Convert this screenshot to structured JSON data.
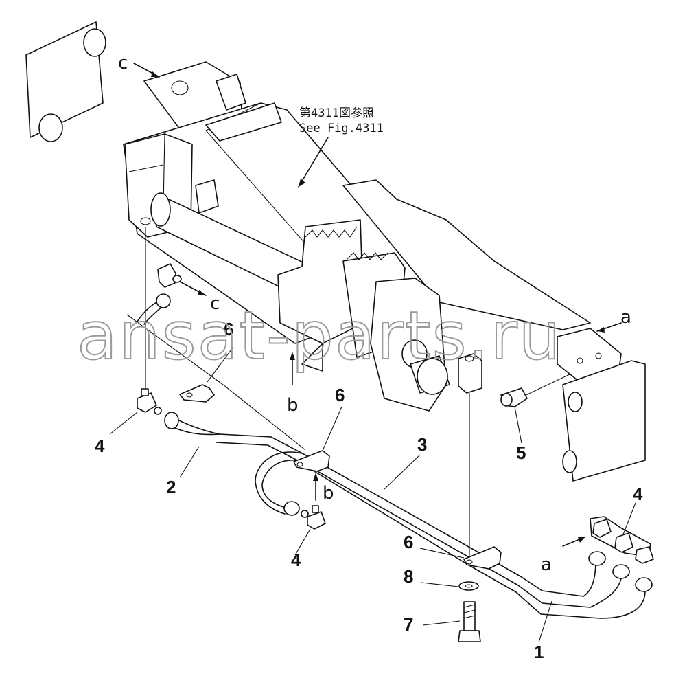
{
  "reference": {
    "line1": "第4311図参照",
    "line2": "See Fig.4311"
  },
  "watermark": "ansat-parts.ru",
  "callouts": [
    {
      "id": "c1",
      "label": "1"
    },
    {
      "id": "c2",
      "label": "2"
    },
    {
      "id": "c3",
      "label": "3"
    },
    {
      "id": "c4a",
      "label": "4"
    },
    {
      "id": "c4b",
      "label": "4"
    },
    {
      "id": "c4c",
      "label": "4"
    },
    {
      "id": "c5",
      "label": "5"
    },
    {
      "id": "c6a",
      "label": "6"
    },
    {
      "id": "c6b",
      "label": "6"
    },
    {
      "id": "c6c",
      "label": "6"
    },
    {
      "id": "c7",
      "label": "7"
    },
    {
      "id": "c8",
      "label": "8"
    }
  ],
  "view_letters": [
    {
      "id": "a1",
      "label": "a"
    },
    {
      "id": "a2",
      "label": "a"
    },
    {
      "id": "b1",
      "label": "b"
    },
    {
      "id": "b2",
      "label": "b"
    },
    {
      "id": "ct",
      "label": "c"
    },
    {
      "id": "cm",
      "label": "c"
    }
  ]
}
